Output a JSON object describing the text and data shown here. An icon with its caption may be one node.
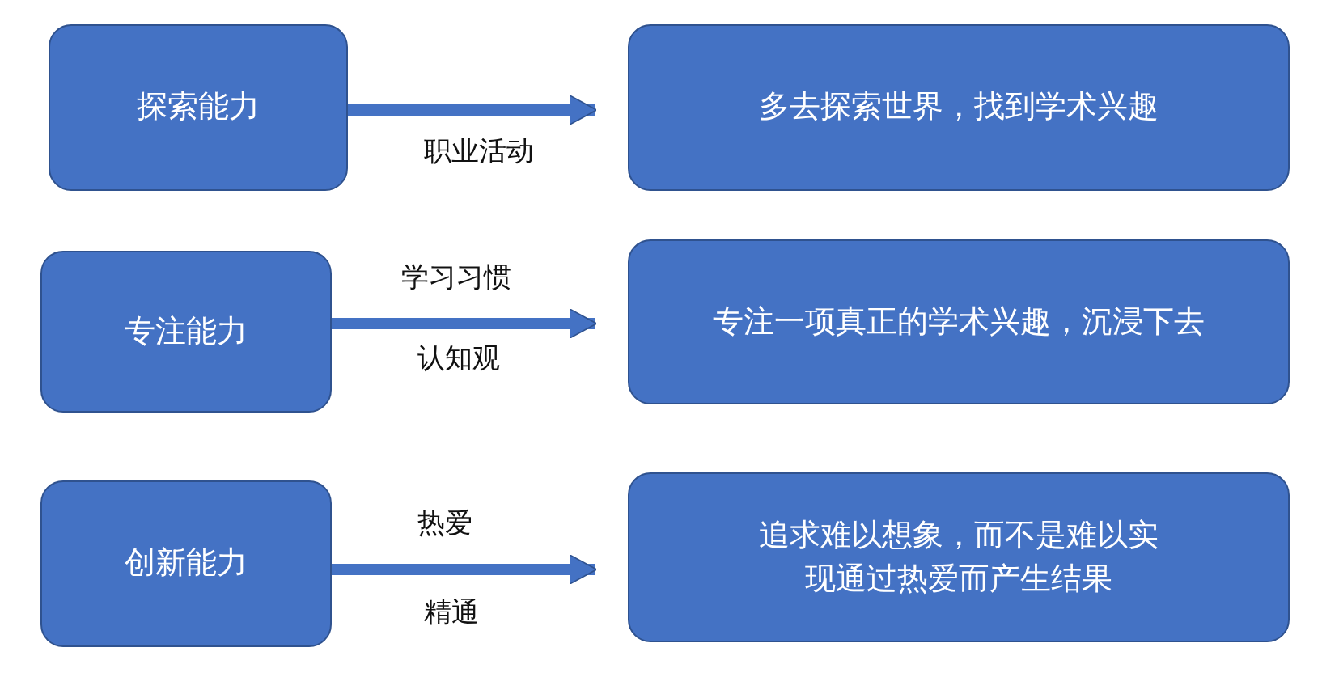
{
  "diagram": {
    "nodes": [
      {
        "text": [
          "探索能力"
        ]
      },
      {
        "text": [
          "多去探索世界，找到学术兴趣"
        ]
      },
      {
        "text": [
          "专注能力"
        ]
      },
      {
        "text": [
          "专注一项真正的学术兴趣，沉浸下去"
        ]
      },
      {
        "text": [
          "创新能力"
        ]
      },
      {
        "text": [
          "追求难以想象，而不是难以实现通过热爱而产生结果"
        ]
      }
    ],
    "edges": [
      {
        "from": 0,
        "to": 1,
        "arrow": "to"
      },
      {
        "from": 2,
        "to": 3,
        "arrow": "to"
      },
      {
        "from": 4,
        "to": 5,
        "arrow": "to"
      }
    ],
    "labels": [
      "职业活动",
      "学习习惯",
      "认知观",
      "热爱",
      "精通"
    ]
  }
}
